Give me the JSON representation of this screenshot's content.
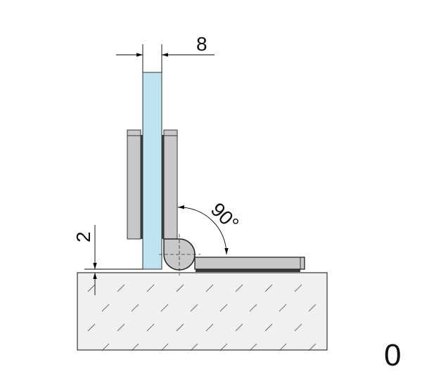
{
  "dimensions": {
    "glass_thickness": "8",
    "opening_angle": "90°",
    "floor_gap": "2"
  },
  "corner_label": "0",
  "colors": {
    "glass": "#bfe4f1",
    "metal": "#c8c8c8",
    "gasket": "#3a3a3a",
    "floor": "#f0f0f0"
  }
}
